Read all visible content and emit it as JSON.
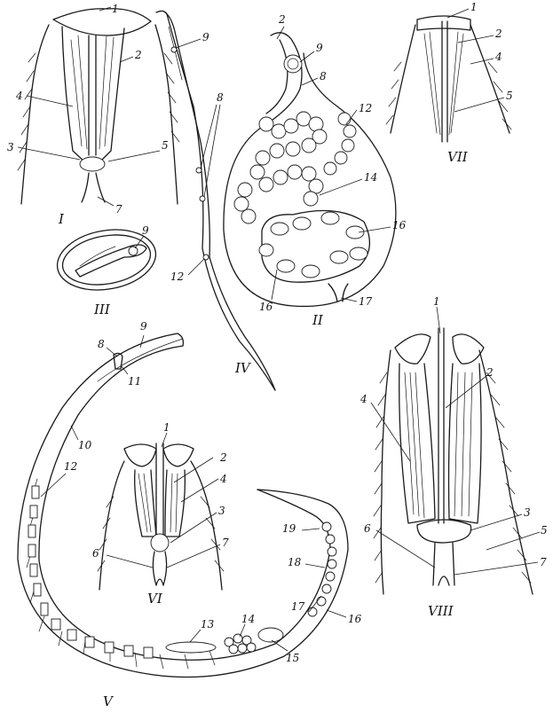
{
  "figures": {
    "f1": {
      "label": "I",
      "callouts": [
        "1",
        "2",
        "3",
        "4",
        "5",
        "7"
      ]
    },
    "f2": {
      "label": "II",
      "callouts": [
        "2",
        "8",
        "9",
        "12",
        "14",
        "16",
        "16",
        "17"
      ]
    },
    "f3": {
      "label": "III",
      "callouts": [
        "9"
      ]
    },
    "f4": {
      "label": "IV",
      "callouts": [
        "8",
        "9",
        "12"
      ]
    },
    "f5": {
      "label": "V",
      "callouts": [
        "8",
        "9",
        "10",
        "11",
        "12",
        "13",
        "14",
        "15",
        "16",
        "17",
        "18",
        "19"
      ]
    },
    "f6": {
      "label": "VI",
      "callouts": [
        "1",
        "2",
        "3",
        "4",
        "6",
        "7"
      ]
    },
    "f7": {
      "label": "VII",
      "callouts": [
        "1",
        "2",
        "4",
        "5"
      ]
    },
    "f8": {
      "label": "VIII",
      "callouts": [
        "1",
        "2",
        "3",
        "4",
        "5",
        "6",
        "7"
      ]
    }
  },
  "colors": {
    "ink": "#1a1a1a",
    "paper": "#ffffff"
  }
}
